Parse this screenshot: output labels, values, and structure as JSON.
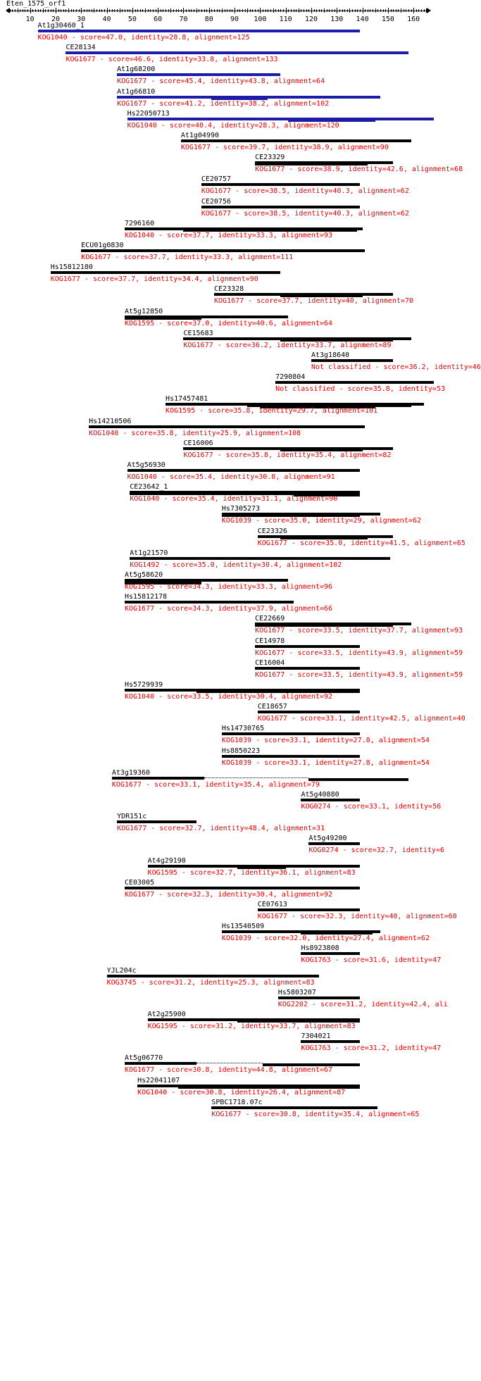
{
  "query": {
    "name": "Eten_1575_orf1",
    "axis": {
      "min": 1,
      "max": 166,
      "labels": [
        10,
        20,
        30,
        40,
        50,
        60,
        70,
        80,
        90,
        100,
        110,
        120,
        130,
        140,
        150,
        160
      ]
    }
  },
  "colors": {
    "top_hit": "#1c1ca8",
    "hit": "#000000",
    "desc": "#e00000"
  },
  "hits": [
    {
      "name": "At1g30460_1",
      "desc": "KOG1040 - score=47.0, identity=28.8, alignment=125",
      "start": 13,
      "end": 139,
      "color": "top",
      "segments": [
        [
          13,
          139
        ]
      ]
    },
    {
      "name": "CE28134",
      "desc": "KOG1677 - score=46.6, identity=33.8, alignment=133",
      "start": 24,
      "end": 158,
      "color": "top",
      "segments": [
        [
          24,
          158
        ]
      ]
    },
    {
      "name": "At1g68200",
      "desc": "KOG1677 - score=45.4, identity=43.8, alignment=64",
      "start": 44,
      "end": 108,
      "color": "top",
      "segments": [
        [
          44,
          108
        ]
      ]
    },
    {
      "name": "At1g66810",
      "desc": "KOG1677 - score=41.2, identity=38.2, alignment=102",
      "start": 44,
      "end": 147,
      "color": "top",
      "segments": [
        [
          44,
          147
        ],
        [
          81,
          103
        ]
      ]
    },
    {
      "name": "Hs22050713",
      "desc": "KOG1040 - score=40.4, identity=28.3, alignment=120",
      "start": 48,
      "end": 168,
      "color": "top",
      "segments": [
        [
          48,
          168
        ],
        [
          111,
          145
        ]
      ]
    },
    {
      "name": "At1g04990",
      "desc": "KOG1677 - score=39.7, identity=38.9, alignment=90",
      "start": 69,
      "end": 159,
      "color": "hit",
      "segments": [
        [
          69,
          159
        ]
      ]
    },
    {
      "name": "CE23329",
      "desc": "KOG1677 - score=38.9, identity=42.6, alignment=68",
      "start": 98,
      "end": 152,
      "color": "hit",
      "segments": [
        [
          98,
          152
        ],
        [
          98,
          142
        ]
      ]
    },
    {
      "name": "CE20757",
      "desc": "KOG1677 - score=38.5, identity=40.3, alignment=62",
      "start": 77,
      "end": 139,
      "color": "hit",
      "segments": [
        [
          77,
          139
        ]
      ]
    },
    {
      "name": "CE20756",
      "desc": "KOG1677 - score=38.5, identity=40.3, alignment=62",
      "start": 77,
      "end": 139,
      "color": "hit",
      "segments": [
        [
          77,
          139
        ]
      ]
    },
    {
      "name": "7296160",
      "desc": "KOG1040 - score=37.7, identity=33.3, alignment=93",
      "start": 47,
      "end": 140,
      "color": "hit",
      "segments": [
        [
          47,
          140
        ],
        [
          70,
          138
        ]
      ]
    },
    {
      "name": "ECU01g0830",
      "desc": "KOG1677 - score=37.7, identity=33.3, alignment=111",
      "start": 30,
      "end": 141,
      "color": "hit",
      "segments": [
        [
          30,
          141
        ]
      ]
    },
    {
      "name": "Hs15812180",
      "desc": "KOG1677 - score=37.7, identity=34.4, alignment=90",
      "start": 18,
      "end": 108,
      "color": "hit",
      "segments": [
        [
          18,
          108
        ]
      ]
    },
    {
      "name": "CE23328",
      "desc": "KOG1677 - score=37.7, identity=40, alignment=70",
      "start": 82,
      "end": 152,
      "color": "hit",
      "segments": [
        [
          82,
          152
        ],
        [
          108,
          140
        ]
      ]
    },
    {
      "name": "At5g12850",
      "desc": "KOG1595 - score=37.0, identity=40.6, alignment=64",
      "start": 47,
      "end": 111,
      "color": "hit",
      "segments": [
        [
          47,
          111
        ],
        [
          47,
          77
        ]
      ]
    },
    {
      "name": "CE15683",
      "desc": "KOG1677 - score=36.2, identity=33.7, alignment=89",
      "start": 70,
      "end": 159,
      "color": "hit",
      "segments": [
        [
          70,
          159
        ],
        [
          108,
          152
        ]
      ]
    },
    {
      "name": "At3g18640",
      "desc": "Not classified - score=36.2, identity=46",
      "start": 120,
      "end": 152,
      "color": "hit",
      "segments": [
        [
          120,
          152
        ]
      ]
    },
    {
      "name": "7290804",
      "desc": "Not classified - score=35.8, identity=53",
      "start": 106,
      "end": 168,
      "color": "hit",
      "segments": [
        [
          106,
          168
        ]
      ]
    },
    {
      "name": "Hs17457481",
      "desc": "KOG1595 - score=35.8, identity=29.7, alignment=101",
      "start": 63,
      "end": 164,
      "color": "hit",
      "segments": [
        [
          63,
          164
        ],
        [
          95,
          159
        ],
        [
          100,
          145
        ]
      ]
    },
    {
      "name": "Hs14210506",
      "desc": "KOG1040 - score=35.8, identity=25.9, alignment=108",
      "start": 33,
      "end": 141,
      "color": "hit",
      "segments": [
        [
          33,
          141
        ]
      ]
    },
    {
      "name": "CE16006",
      "desc": "KOG1677 - score=35.8, identity=35.4, alignment=82",
      "start": 70,
      "end": 152,
      "color": "hit",
      "segments": [
        [
          70,
          152
        ],
        [
          108,
          140
        ]
      ]
    },
    {
      "name": "At5g56930",
      "desc": "KOG1040 - score=35.4, identity=30.8, alignment=91",
      "start": 48,
      "end": 139,
      "color": "hit",
      "segments": [
        [
          48,
          139
        ]
      ]
    },
    {
      "name": "CE23642_1",
      "desc": "KOG1040 - score=35.4, identity=31.1, alignment=90",
      "start": 49,
      "end": 139,
      "color": "hit",
      "segments": [
        [
          49,
          139
        ],
        [
          49,
          139
        ],
        [
          113,
          139
        ]
      ]
    },
    {
      "name": "Hs7305273",
      "desc": "KOG1039 - score=35.0, identity=29, alignment=62",
      "start": 85,
      "end": 147,
      "color": "hit",
      "segments": [
        [
          85,
          147
        ],
        [
          85,
          139
        ]
      ]
    },
    {
      "name": "CE23326",
      "desc": "KOG1677 - score=35.0, identity=41.5, alignment=65",
      "start": 99,
      "end": 152,
      "color": "hit",
      "segments": [
        [
          99,
          152
        ],
        [
          108,
          142
        ]
      ]
    },
    {
      "name": "At1g21570",
      "desc": "KOG1492 - score=35.0, identity=30.4, alignment=102",
      "start": 49,
      "end": 151,
      "color": "hit",
      "segments": [
        [
          49,
          151
        ]
      ]
    },
    {
      "name": "At5g58620",
      "desc": "KOG1595 - score=34.3, identity=33.3, alignment=96",
      "start": 47,
      "end": 111,
      "color": "hit",
      "segments": [
        [
          47,
          111
        ],
        [
          56,
          77
        ],
        [
          47,
          77
        ]
      ]
    },
    {
      "name": "Hs15812178",
      "desc": "KOG1677 - score=34.3, identity=37.9, alignment=66",
      "start": 47,
      "end": 113,
      "color": "hit",
      "segments": [
        [
          47,
          113
        ]
      ]
    },
    {
      "name": "CE22669",
      "desc": "KOG1677 - score=33.5, identity=37.7, alignment=93",
      "start": 98,
      "end": 159,
      "color": "hit",
      "segments": [
        [
          98,
          159
        ],
        [
          98,
          152
        ]
      ]
    },
    {
      "name": "CE14978",
      "desc": "KOG1677 - score=33.5, identity=43.9, alignment=59",
      "start": 98,
      "end": 139,
      "color": "hit",
      "segments": [
        [
          98,
          139
        ]
      ]
    },
    {
      "name": "CE16004",
      "desc": "KOG1677 - score=33.5, identity=43.9, alignment=59",
      "start": 98,
      "end": 139,
      "color": "hit",
      "segments": [
        [
          98,
          139
        ]
      ]
    },
    {
      "name": "Hs5729939",
      "desc": "KOG1040 - score=33.5, identity=30.4, alignment=92",
      "start": 47,
      "end": 139,
      "color": "hit",
      "segments": [
        [
          47,
          139
        ],
        [
          75,
          139
        ]
      ]
    },
    {
      "name": "CE18657",
      "desc": "KOG1677 - score=33.1, identity=42.5, alignment=40",
      "start": 99,
      "end": 139,
      "color": "hit",
      "segments": [
        [
          99,
          139
        ]
      ]
    },
    {
      "name": "Hs14730765",
      "desc": "KOG1039 - score=33.1, identity=27.8, alignment=54",
      "start": 85,
      "end": 139,
      "color": "hit",
      "segments": [
        [
          85,
          139
        ]
      ]
    },
    {
      "name": "Hs8850223",
      "desc": "KOG1039 - score=33.1, identity=27.8, alignment=54",
      "start": 85,
      "end": 139,
      "color": "hit",
      "segments": [
        [
          85,
          139
        ]
      ]
    },
    {
      "name": "At3g19360",
      "desc": "KOG1677 - score=33.1, identity=35.4, alignment=79",
      "start": 42,
      "end": 158,
      "color": "hit",
      "segments": [
        [
          42,
          78
        ],
        [
          119,
          158
        ]
      ],
      "dotted": [
        [
          78,
          119
        ]
      ]
    },
    {
      "name": "At5g40880",
      "desc": "KOG0274 - score=33.1, identity=56",
      "start": 116,
      "end": 139,
      "color": "hit",
      "segments": [
        [
          116,
          139
        ]
      ]
    },
    {
      "name": "YDR151c",
      "desc": "KOG1677 - score=32.7, identity=48.4, alignment=31",
      "start": 44,
      "end": 75,
      "color": "hit",
      "segments": [
        [
          44,
          75
        ]
      ]
    },
    {
      "name": "At5g49200",
      "desc": "KOG0274 - score=32.7, identity=6",
      "start": 119,
      "end": 139,
      "color": "hit",
      "segments": [
        [
          119,
          139
        ]
      ]
    },
    {
      "name": "At4g29190",
      "desc": "KOG1595 - score=32.7, identity=36.1, alignment=83",
      "start": 56,
      "end": 139,
      "color": "hit",
      "segments": [
        [
          56,
          139
        ],
        [
          91,
          110
        ]
      ]
    },
    {
      "name": "CE03005",
      "desc": "KOG1677 - score=32.3, identity=30.4, alignment=92",
      "start": 47,
      "end": 139,
      "color": "hit",
      "segments": [
        [
          47,
          139
        ]
      ]
    },
    {
      "name": "CE07613",
      "desc": "KOG1677 - score=32.3, identity=40, alignment=60",
      "start": 99,
      "end": 139,
      "color": "hit",
      "segments": [
        [
          99,
          139
        ]
      ]
    },
    {
      "name": "Hs13540509",
      "desc": "KOG1039 - score=32.0, identity=27.4, alignment=62",
      "start": 85,
      "end": 147,
      "color": "hit",
      "segments": [
        [
          85,
          147
        ],
        [
          116,
          144
        ]
      ]
    },
    {
      "name": "Hs8923808",
      "desc": "KOG1763 - score=31.6, identity=47",
      "start": 116,
      "end": 139,
      "color": "hit",
      "segments": [
        [
          116,
          139
        ]
      ]
    },
    {
      "name": "YJL204c",
      "desc": "KOG3745 - score=31.2, identity=25.3, alignment=83",
      "start": 40,
      "end": 123,
      "color": "hit",
      "segments": [
        [
          40,
          123
        ]
      ]
    },
    {
      "name": "Hs5803207",
      "desc": "KOG2202 - score=31.2, identity=42.4, ali",
      "start": 107,
      "end": 139,
      "color": "hit",
      "segments": [
        [
          107,
          139
        ]
      ]
    },
    {
      "name": "At2g25900",
      "desc": "KOG1595 - score=31.2, identity=33.7, alignment=83",
      "start": 56,
      "end": 139,
      "color": "hit",
      "segments": [
        [
          56,
          139
        ],
        [
          91,
          139
        ]
      ]
    },
    {
      "name": "7304021",
      "desc": "KOG1763 - score=31.2, identity=47",
      "start": 116,
      "end": 139,
      "color": "hit",
      "segments": [
        [
          116,
          139
        ]
      ]
    },
    {
      "name": "At5g06770",
      "desc": "KOG1677 - score=30.8, identity=44.8, alignment=67",
      "start": 47,
      "end": 139,
      "color": "hit",
      "segments": [
        [
          47,
          75
        ],
        [
          101,
          139
        ]
      ],
      "dotted": [
        [
          75,
          101
        ]
      ]
    },
    {
      "name": "Hs22041107",
      "desc": "KOG1040 - score=30.8, identity=26.4, alignment=87",
      "start": 52,
      "end": 139,
      "color": "hit",
      "segments": [
        [
          52,
          139
        ],
        [
          68,
          139
        ]
      ]
    },
    {
      "name": "SPBC1718.07c",
      "desc": "KOG1677 - score=30.8, identity=35.4, alignment=65",
      "start": 81,
      "end": 146,
      "color": "hit",
      "segments": [
        [
          81,
          146
        ]
      ]
    }
  ]
}
